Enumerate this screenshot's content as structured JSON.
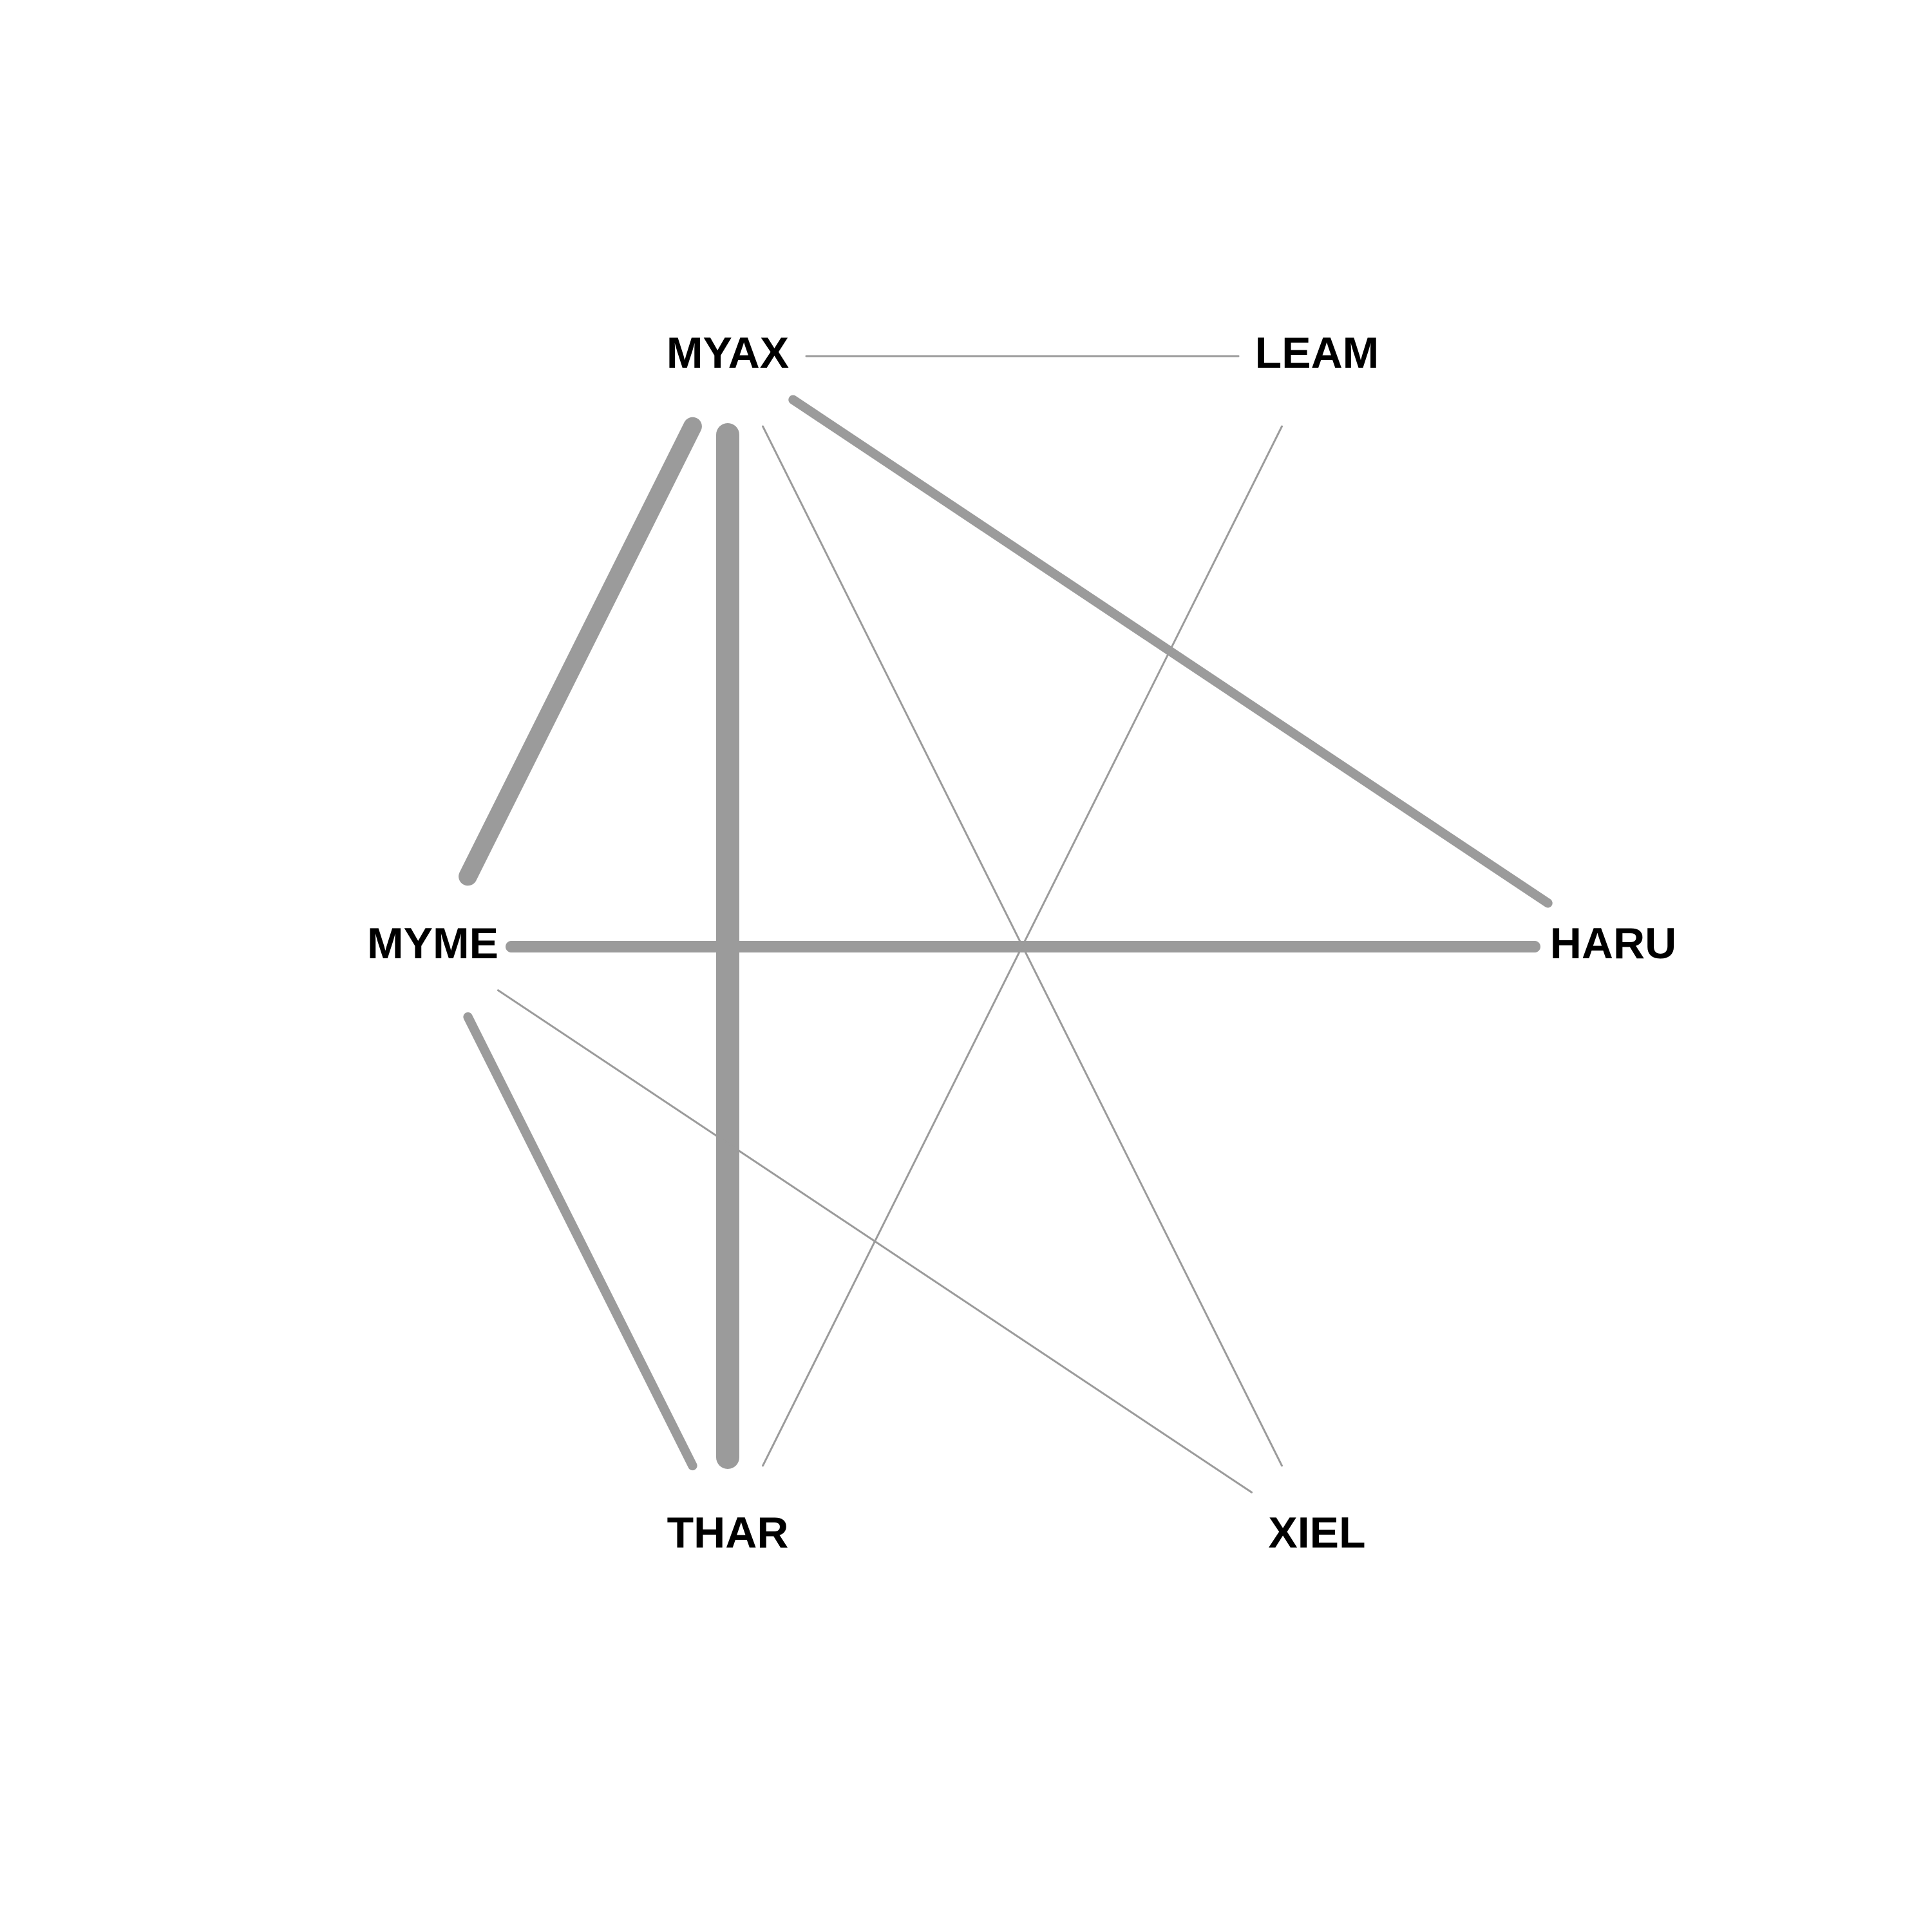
{
  "colors": {
    "background": "#ffffff",
    "edge": "#9b9b9b",
    "label": "#000000"
  },
  "nodes": [
    {
      "id": "MYAX",
      "label": "MYAX"
    },
    {
      "id": "LEAM",
      "label": "LEAM"
    },
    {
      "id": "HARU",
      "label": "HARU"
    },
    {
      "id": "XIEL",
      "label": "XIEL"
    },
    {
      "id": "THAR",
      "label": "THAR"
    },
    {
      "id": "MYME",
      "label": "MYME"
    }
  ],
  "edges": [
    {
      "source": "MYAX",
      "target": "THAR",
      "weight": 10
    },
    {
      "source": "MYAX",
      "target": "MYME",
      "weight": 8
    },
    {
      "source": "MYAX",
      "target": "HARU",
      "weight": 4
    },
    {
      "source": "MYME",
      "target": "HARU",
      "weight": 5
    },
    {
      "source": "MYME",
      "target": "THAR",
      "weight": 4
    },
    {
      "source": "MYAX",
      "target": "LEAM",
      "weight": 1
    },
    {
      "source": "MYAX",
      "target": "XIEL",
      "weight": 1
    },
    {
      "source": "LEAM",
      "target": "THAR",
      "weight": 1
    },
    {
      "source": "MYME",
      "target": "XIEL",
      "weight": 1
    }
  ]
}
